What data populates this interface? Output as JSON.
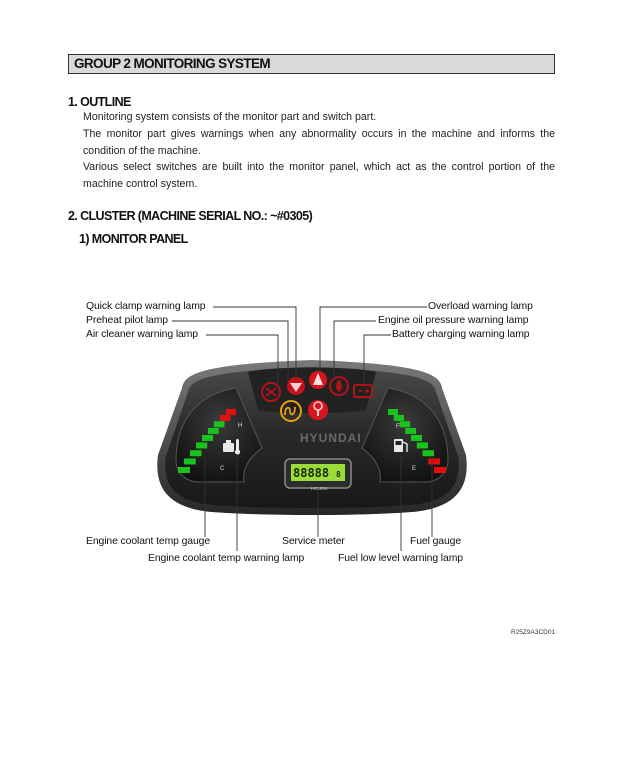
{
  "header": {
    "group_title": "GROUP  2  MONITORING SYSTEM"
  },
  "outline": {
    "heading": "1. OUTLINE",
    "lines": [
      "Monitoring system consists of the monitor part and switch part.",
      "The monitor part gives warnings when any abnormality occurs in the machine and informs the condition of the machine.",
      "Various select switches are built into the monitor panel, which act as the control portion of the machine control system."
    ]
  },
  "cluster": {
    "heading": "2. CLUSTER (MACHINE SERIAL NO.: ~#0305)",
    "subheading": "1) MONITOR PANEL"
  },
  "labels": {
    "quick_clamp": "Quick clamp warning lamp",
    "preheat": "Preheat pilot lamp",
    "air_cleaner": "Air cleaner warning lamp",
    "overload": "Overload warning lamp",
    "engine_oil": "Engine oil pressure warning lamp",
    "battery": "Battery charging warning lamp",
    "coolant_gauge": "Engine coolant temp gauge",
    "coolant_warning": "Engine coolant temp warning lamp",
    "service_meter": "Service meter",
    "fuel_gauge": "Fuel gauge",
    "fuel_low": "Fuel low level warning lamp"
  },
  "panel": {
    "brand": "HYUNDAI",
    "hour_digits": "88888",
    "hour_last_digit": "8",
    "hours_label": "HOURS",
    "temp_high": "H",
    "temp_cold": "C",
    "fuel_full": "F",
    "fuel_empty": "E"
  },
  "figure_code": "R25Z9A3CD01",
  "colors": {
    "gauge_green": "#19c21d",
    "gauge_red": "#e01010",
    "lamp_red": "#d8141c",
    "lamp_amber": "#e8a010",
    "lcd": "#9bdc3a"
  }
}
